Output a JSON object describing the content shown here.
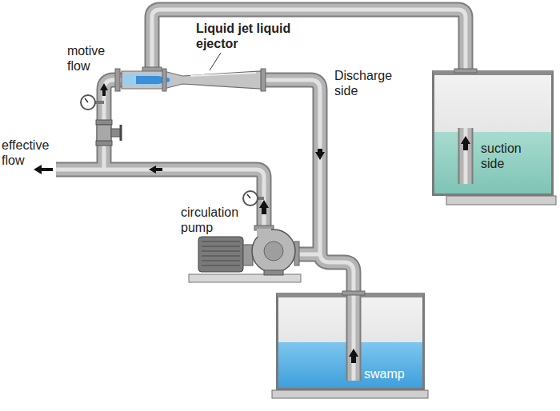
{
  "diagram": {
    "nodes": [
      {
        "text": [
          "suction side"
        ]
      },
      {
        "text": [
          "swamp"
        ]
      }
    ],
    "labels": [
      "Liquid jet liquid ejector",
      "motive flow",
      "Discharge side",
      "effective flow",
      "circulation pump"
    ]
  }
}
